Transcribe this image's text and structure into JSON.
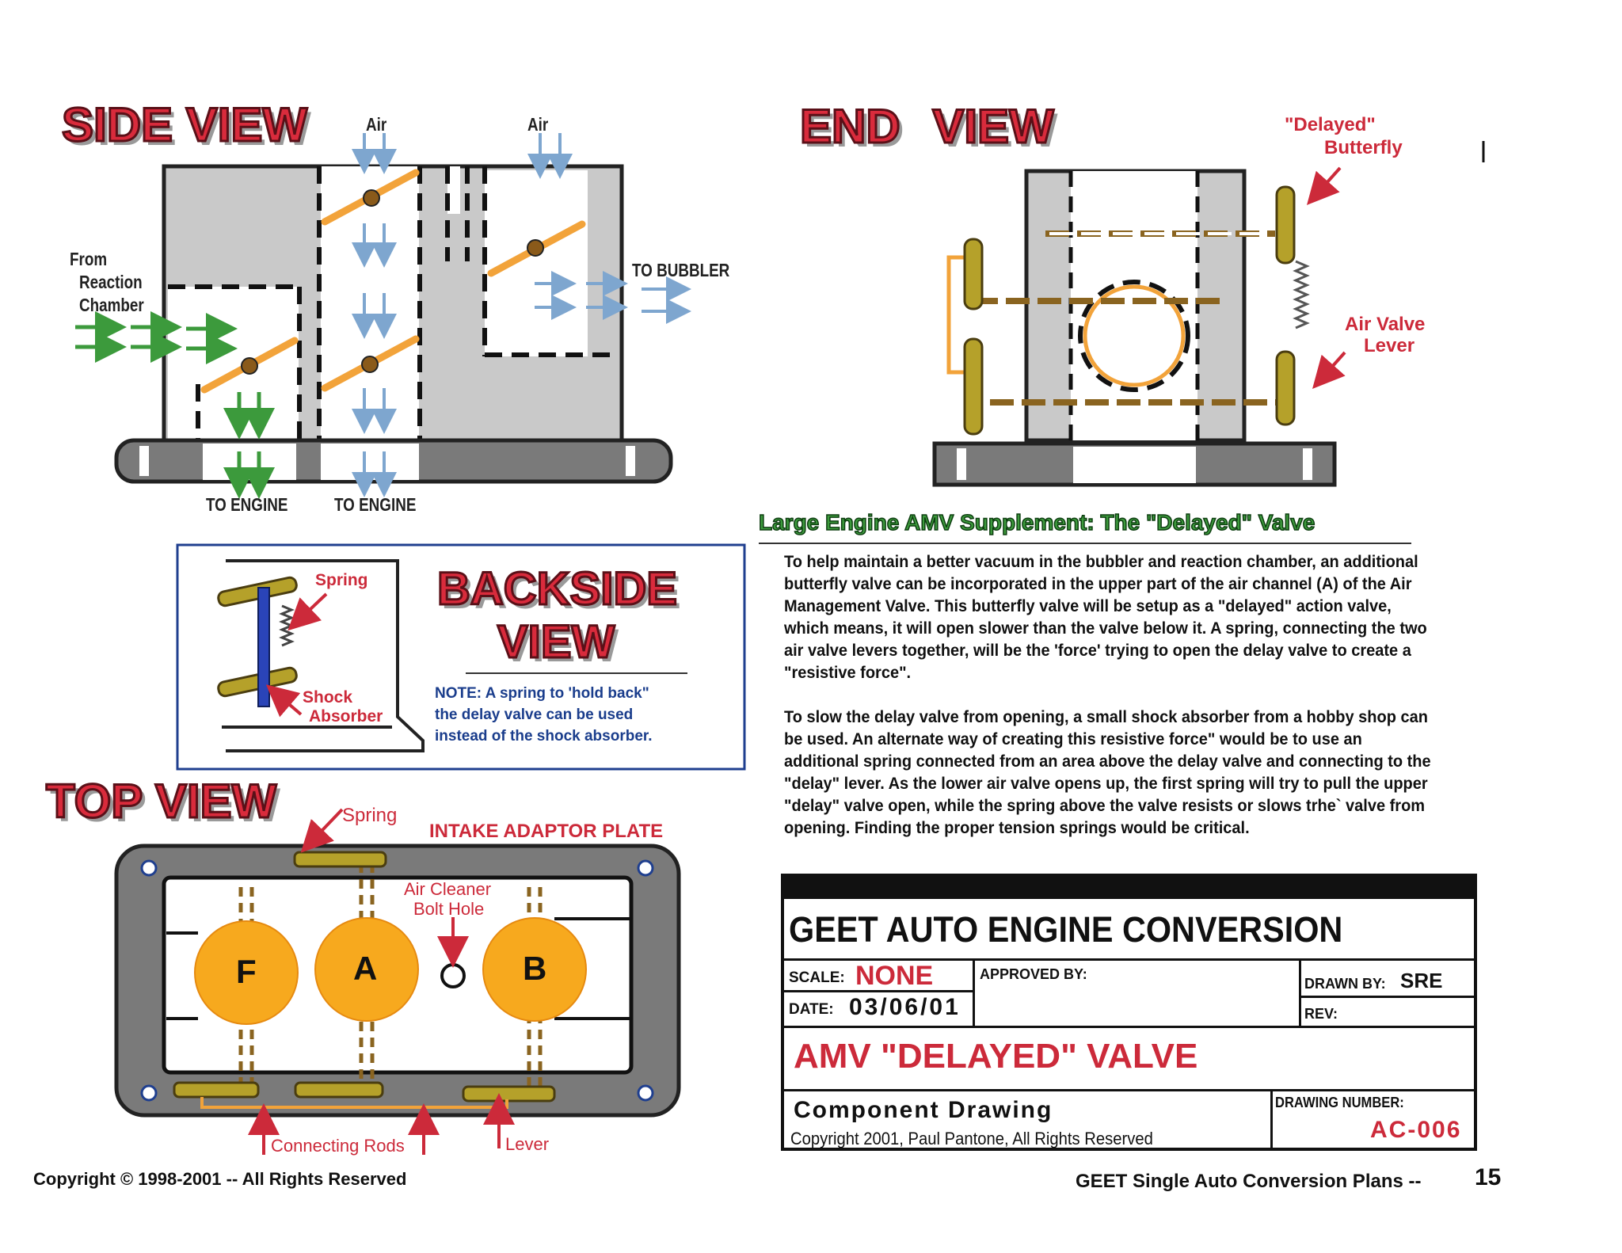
{
  "side_view": {
    "title": "SIDE VIEW",
    "air_label_1": "Air",
    "air_label_2": "Air",
    "from_line_1": "From",
    "from_line_2": "Reaction",
    "from_line_3": "Chamber",
    "to_bubbler": "TO BUBBLER",
    "to_engine_1": "TO ENGINE",
    "to_engine_2": "TO ENGINE"
  },
  "end_view": {
    "title": "END VIEW",
    "delayed_butterfly_line_1": "\"Delayed\"",
    "delayed_butterfly_line_2": "Butterfly",
    "air_valve_lever_line_1": "Air Valve",
    "air_valve_lever_line_2": "Lever"
  },
  "supplement": {
    "heading": "Large Engine AMV Supplement: The \"Delayed\" Valve",
    "paragraph_1": "To help maintain a better vacuum in the bubbler and reaction chamber, an additional butterfly valve can be incorporated in the upper part of the air channel (A) of the Air Management Valve. This butterfly valve will be setup as a \"delayed\" action valve, which means, it will open slower than the valve below it. A spring, connecting the two air valve levers together, will be the 'force' trying to open the delay valve to create a \"resistive force\".",
    "paragraph_2": "To slow the delay valve from opening, a small shock absorber from a hobby shop can be used. An alternate way of creating this resistive force\" would be to use an additional spring connected from an area above the delay valve and connecting to the \"delay\" lever. As the lower air valve opens up, the first spring will try to pull the upper \"delay\" valve open, while the spring above the valve resists or slows trhe` valve from opening. Finding the proper tension springs would be critical."
  },
  "backside_view": {
    "title_line_1": "BACKSIDE",
    "title_line_2": "VIEW",
    "spring_label": "Spring",
    "shock_line_1": "Shock",
    "shock_line_2": "Absorber",
    "note_line_1": "NOTE: A spring to 'hold back\"",
    "note_line_2": "the delay valve can be used",
    "note_line_3": "instead of the shock absorber."
  },
  "top_view": {
    "title": "TOP VIEW",
    "spring_label": "Spring",
    "intake_label": "INTAKE ADAPTOR PLATE",
    "air_cleaner_line_1": "Air Cleaner",
    "air_cleaner_line_2": "Bolt Hole",
    "port_f": "F",
    "port_a": "A",
    "port_b": "B",
    "connecting_rods": "Connecting Rods",
    "lever": "Lever"
  },
  "title_block": {
    "company": "GEET AUTO ENGINE CONVERSION",
    "scale_label": "SCALE:",
    "scale_value": "NONE",
    "approved_label": "APPROVED BY:",
    "drawn_label": "DRAWN BY:",
    "drawn_value": "SRE",
    "date_label": "DATE:",
    "date_value": "03/06/01",
    "rev_label": "REV:",
    "part_title": "AMV \"DELAYED\" VALVE",
    "component_drawing": "Component Drawing",
    "copyright": "Copyright 2001, Paul Pantone, All Rights Reserved",
    "drawing_number_label": "DRAWING NUMBER:",
    "drawing_number": "AC-006"
  },
  "footer": {
    "copyright": "Copyright © 1998-2001 -- All Rights Reserved",
    "plans_label": "GEET Single Auto Conversion Plans --",
    "page_number": "15"
  },
  "colors": {
    "title_red": "#d92b3c",
    "label_red": "#cc2a3a",
    "valve_orange": "#f2a33a",
    "port_yellow": "#f7a91e",
    "lever_gold": "#b5a12a",
    "arrow_green": "#3c9a3c",
    "arrow_blue": "#7ea6cf",
    "body_gray": "#c9c9c9",
    "note_blue": "#1a3d8c"
  }
}
